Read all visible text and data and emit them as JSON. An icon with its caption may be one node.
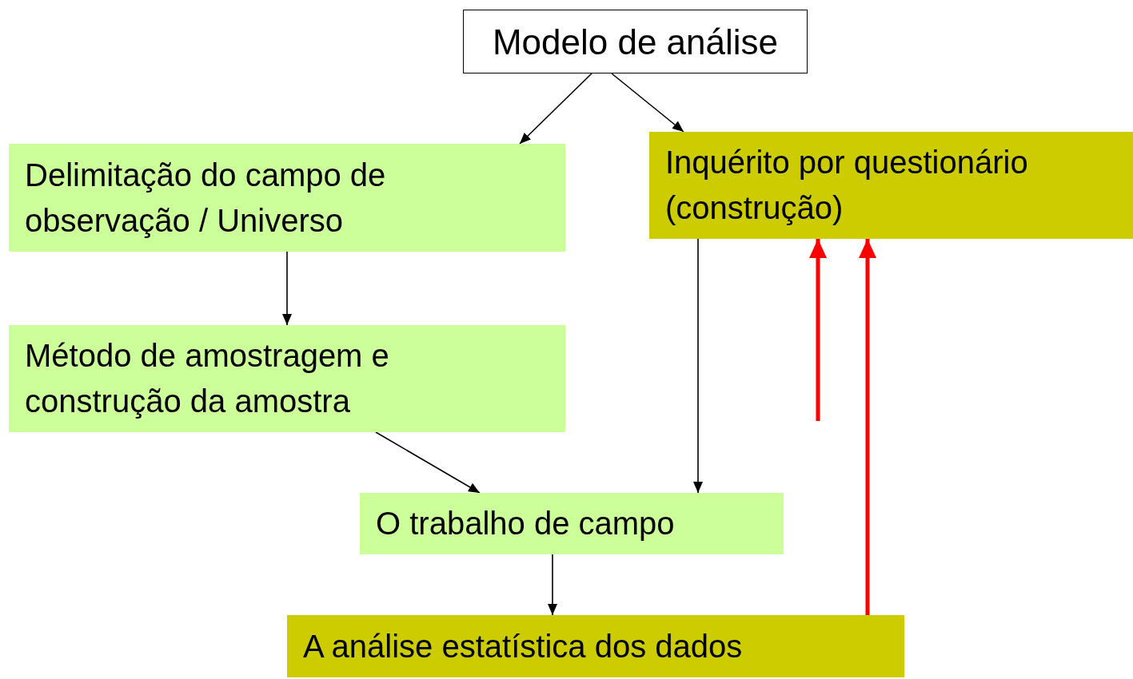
{
  "diagram": {
    "nodes": [
      {
        "text": [
          "Modelo de análise"
        ]
      },
      {
        "text": [
          "Delimitação do campo de observação / Universo"
        ]
      },
      {
        "text": [
          "Inquérito por questionário (construção)"
        ]
      },
      {
        "text": [
          "Método de amostragem e construção da amostra"
        ]
      },
      {
        "text": [
          "O trabalho de campo"
        ]
      },
      {
        "text": [
          "A análise estatística dos dados"
        ]
      }
    ],
    "edges": [
      {
        "from": 0,
        "to": 1,
        "arrow": "to"
      },
      {
        "from": 0,
        "to": 2,
        "arrow": "to"
      },
      {
        "from": 1,
        "to": 3,
        "arrow": "to"
      },
      {
        "from": 2,
        "to": 4,
        "arrow": "to"
      },
      {
        "from": null,
        "to": 2,
        "arrow": "to",
        "style": "thick",
        "color": "#ff0000"
      },
      {
        "from": 3,
        "to": 4,
        "arrow": "to"
      },
      {
        "from": 4,
        "to": 5,
        "arrow": "to"
      },
      {
        "from": 5,
        "to": 2,
        "arrow": "to",
        "style": "thick",
        "color": "#ff0000"
      }
    ]
  }
}
